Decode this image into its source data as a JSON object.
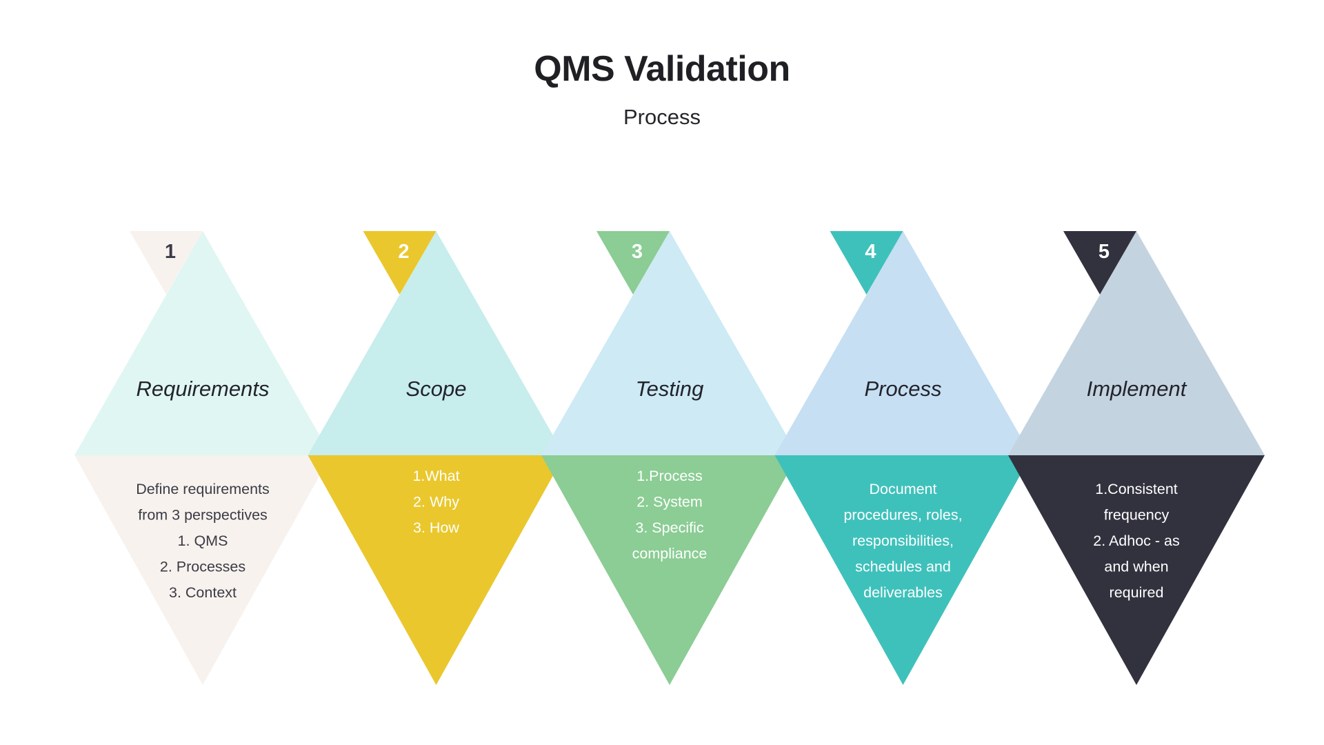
{
  "header": {
    "title": "QMS Validation",
    "subtitle": "Process"
  },
  "colors": {
    "title_text": "#1f2024",
    "subtitle_text": "#24262b",
    "background": "#ffffff",
    "dark_text": "#3a3b46",
    "light_text": "#ffffff"
  },
  "chart_data": {
    "type": "diagram",
    "title": "QMS Validation",
    "subtitle": "Process",
    "layout": "five-step alternating triangle / funnel process",
    "steps": [
      {
        "number": "1",
        "label": "Requirements",
        "badge_color": "#f8f2ee",
        "badge_text_color": "#3a3b46",
        "top_color": "#e0f6f3",
        "bottom_color": "#f8f2ee",
        "label_color": "#22232b",
        "body_color": "#3a3b46",
        "body_lines": [
          "Define requirements",
          "from 3 perspectives",
          "1. QMS",
          "2. Processes",
          "3. Context"
        ]
      },
      {
        "number": "2",
        "label": "Scope",
        "badge_color": "#eac72c",
        "badge_text_color": "#ffffff",
        "top_color": "#c7edec",
        "bottom_color": "#eac72c",
        "label_color": "#22232b",
        "body_color": "#ffffff",
        "body_lines": [
          "1.What",
          "2. Why",
          "3. How"
        ]
      },
      {
        "number": "3",
        "label": "Testing",
        "badge_color": "#8bcd94",
        "badge_text_color": "#ffffff",
        "top_color": "#cdeaf5",
        "bottom_color": "#8bcd94",
        "label_color": "#22232b",
        "body_color": "#ffffff",
        "body_lines": [
          "1.Process",
          "2. System",
          "3. Specific",
          "compliance"
        ]
      },
      {
        "number": "4",
        "label": "Process",
        "badge_color": "#3fc1bb",
        "badge_text_color": "#ffffff",
        "top_color": "#c6dff2",
        "bottom_color": "#3fc1bb",
        "label_color": "#22232b",
        "body_color": "#ffffff",
        "body_lines": [
          "Document",
          "procedures, roles,",
          "responsibilities,",
          "schedules and",
          "deliverables"
        ]
      },
      {
        "number": "5",
        "label": "Implement",
        "badge_color": "#32323f",
        "badge_text_color": "#ffffff",
        "top_color": "#c3d3df",
        "bottom_color": "#32323f",
        "label_color": "#22232b",
        "body_color": "#ffffff",
        "body_lines": [
          "1.Consistent",
          "frequency",
          "2. Adhoc - as",
          "and when",
          "required"
        ]
      }
    ]
  }
}
